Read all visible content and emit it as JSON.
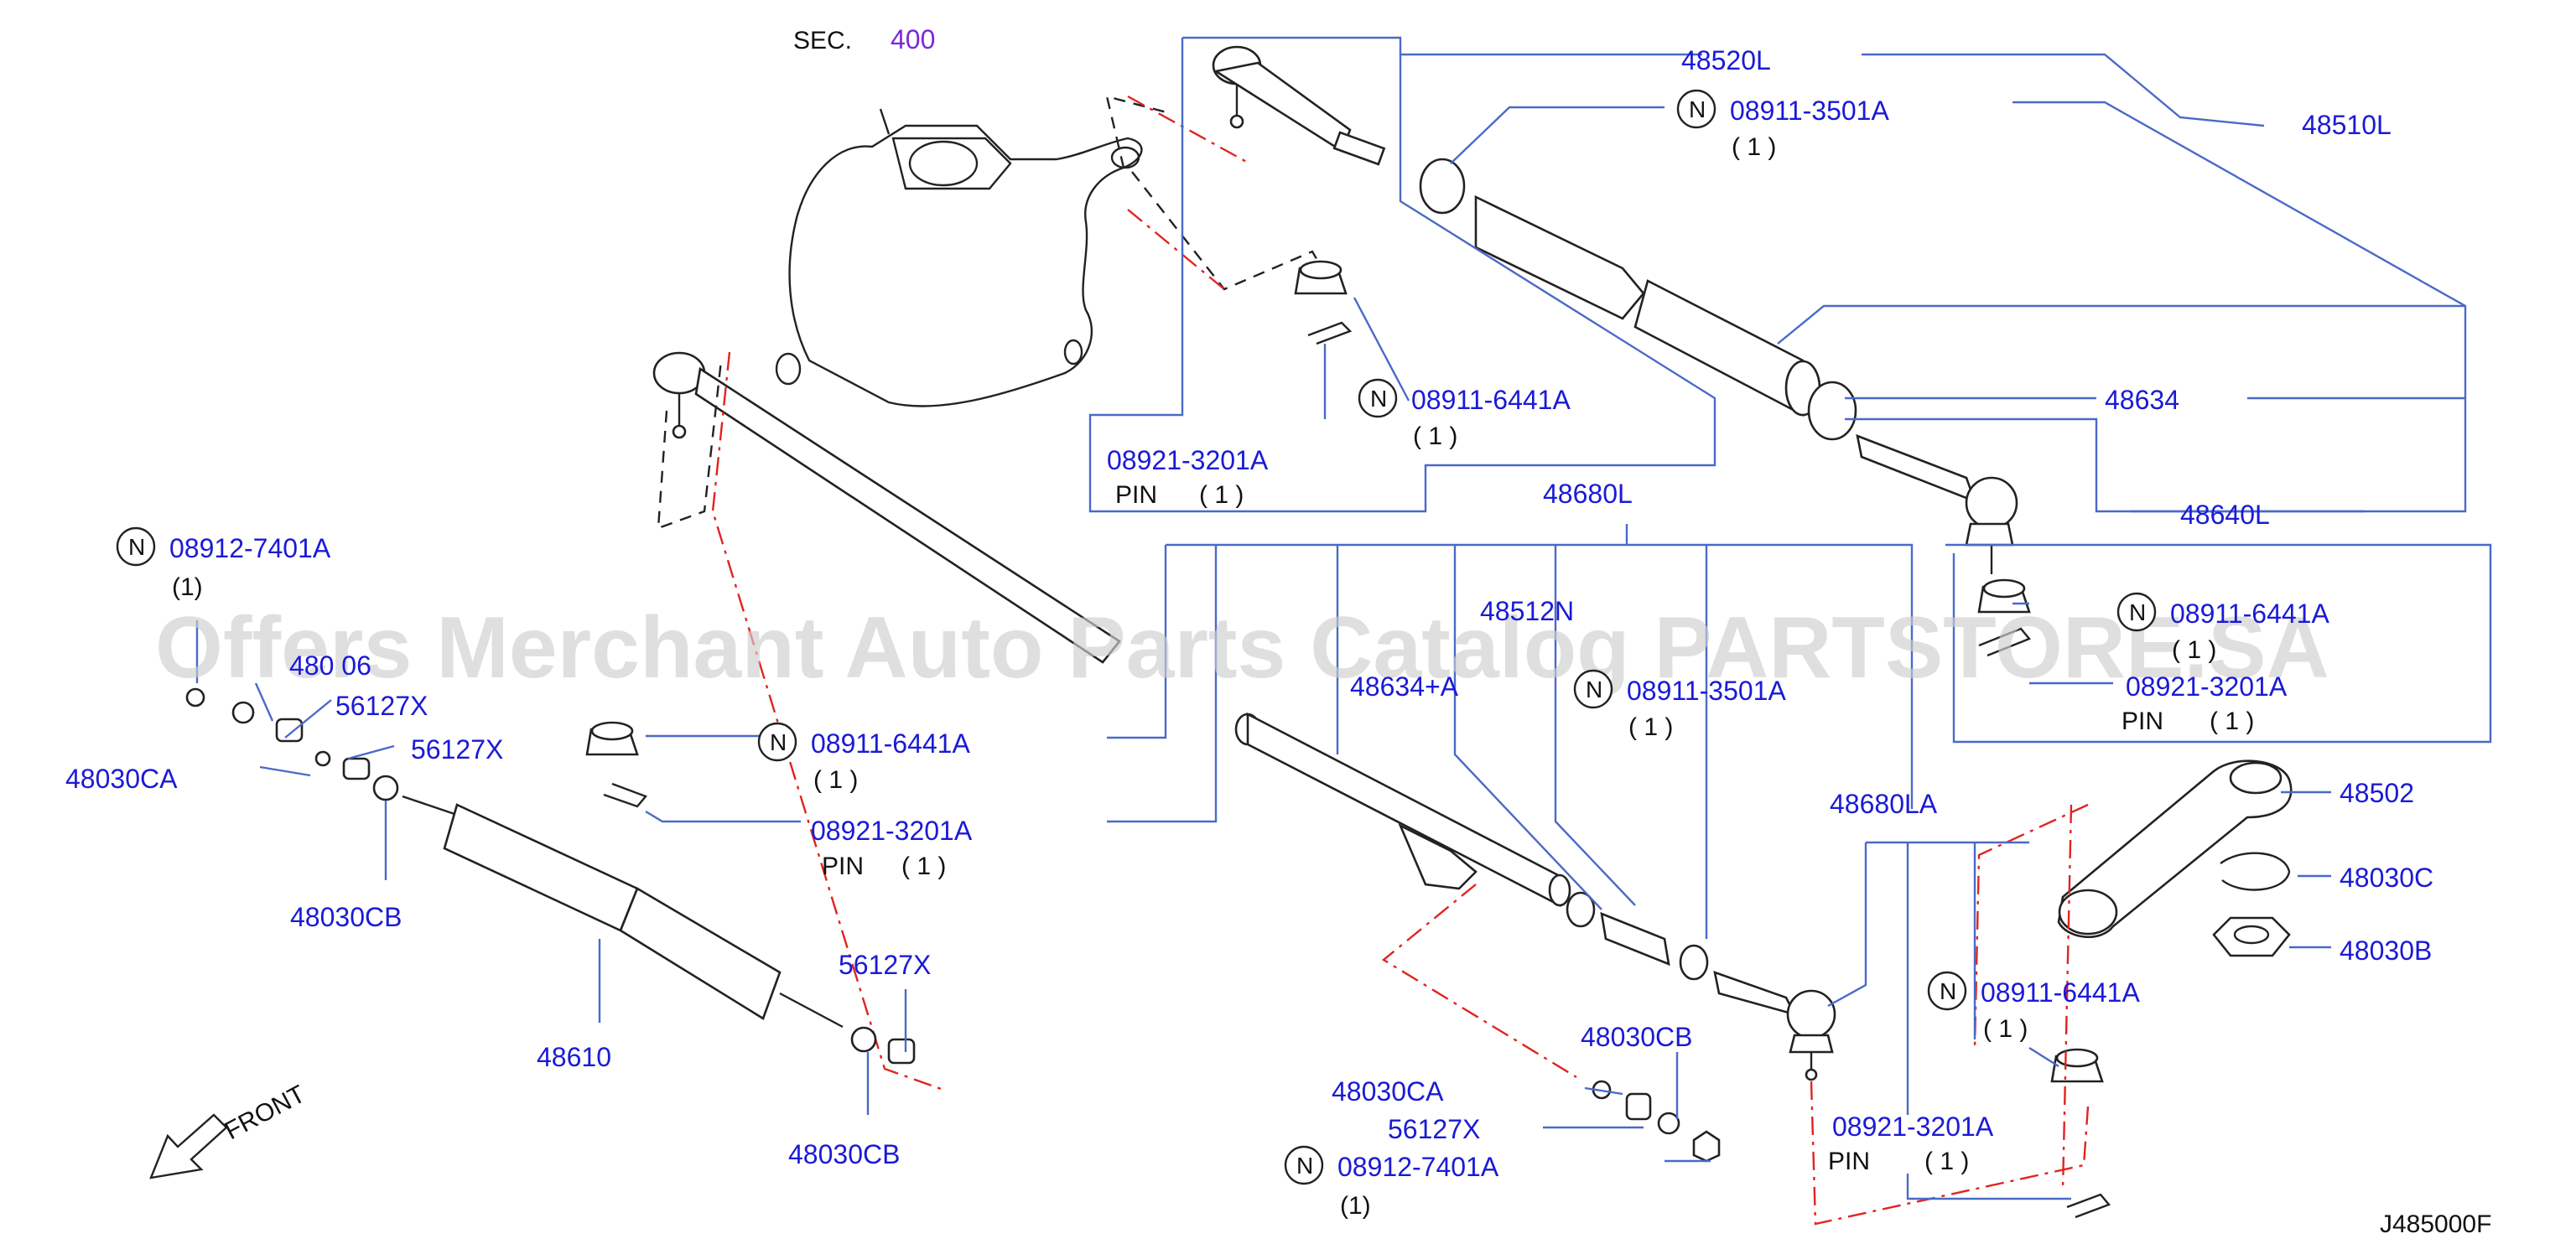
{
  "section_ref": {
    "prefix": "SEC.",
    "number": "400"
  },
  "watermark": "Offers Merchant Auto Parts Catalog PARTSTORE.SA",
  "figure_code": "J485000F",
  "direction_label": "FRONT",
  "marker_letter": "N",
  "colors": {
    "label": "#1a1ad6",
    "leader": "#4a6ac8",
    "section": "#7a2ad6",
    "centerline": "#e0241f"
  },
  "labels": {
    "p48520L": "48520L",
    "p48510L": "48510L",
    "n08911_3501A_top": "08911-3501A",
    "qty_3501A_top": "( 1 )",
    "n08911_6441A_top": "08911-6441A",
    "qty_6441A_top": "( 1 )",
    "p08921_3201A_top": "08921-3201A",
    "pin_top": "PIN",
    "qty_pin_top": "( 1 )",
    "p48634": "48634",
    "p48640L": "48640L",
    "p48680L": "48680L",
    "p48512N": "48512N",
    "p48634A": "48634+A",
    "n08911_3501A_mid": "08911-3501A",
    "qty_3501A_mid": "( 1 )",
    "n08911_6441A_right": "08911-6441A",
    "qty_6441A_right": "( 1 )",
    "p08921_3201A_right": "08921-3201A",
    "pin_right": "PIN",
    "qty_pin_right": "( 1 )",
    "n08912_7401A_left": "08912-7401A",
    "qty_7401A_left": "(1)",
    "p480_06_left": "480 06",
    "p56127X_a": "56127X",
    "p56127X_b": "56127X",
    "p48030CA_left": "48030CA",
    "p48030CB_left": "48030CB",
    "n08911_6441A_left": "08911-6441A",
    "qty_6441A_left": "( 1 )",
    "p08921_3201A_left": "08921-3201A",
    "pin_left": "PIN",
    "qty_pin_left": "( 1 )",
    "p48610": "48610",
    "p56127X_c": "56127X",
    "p48030CB_bottom": "48030CB",
    "p48680LA": "48680LA",
    "p48502": "48502",
    "p48030C": "48030C",
    "p48030B": "48030B",
    "n08911_6441A_low": "08911-6441A",
    "qty_6441A_low": "( 1 )",
    "p08921_3201A_low": "08921-3201A",
    "pin_low": "PIN",
    "qty_pin_low": "( 1 )",
    "p48030CB_mid": "48030CB",
    "p48030CA_mid": "48030CA",
    "p56127X_d": "56127X",
    "n08912_7401A_mid": "08912-7401A",
    "qty_7401A_mid": "(1)"
  }
}
